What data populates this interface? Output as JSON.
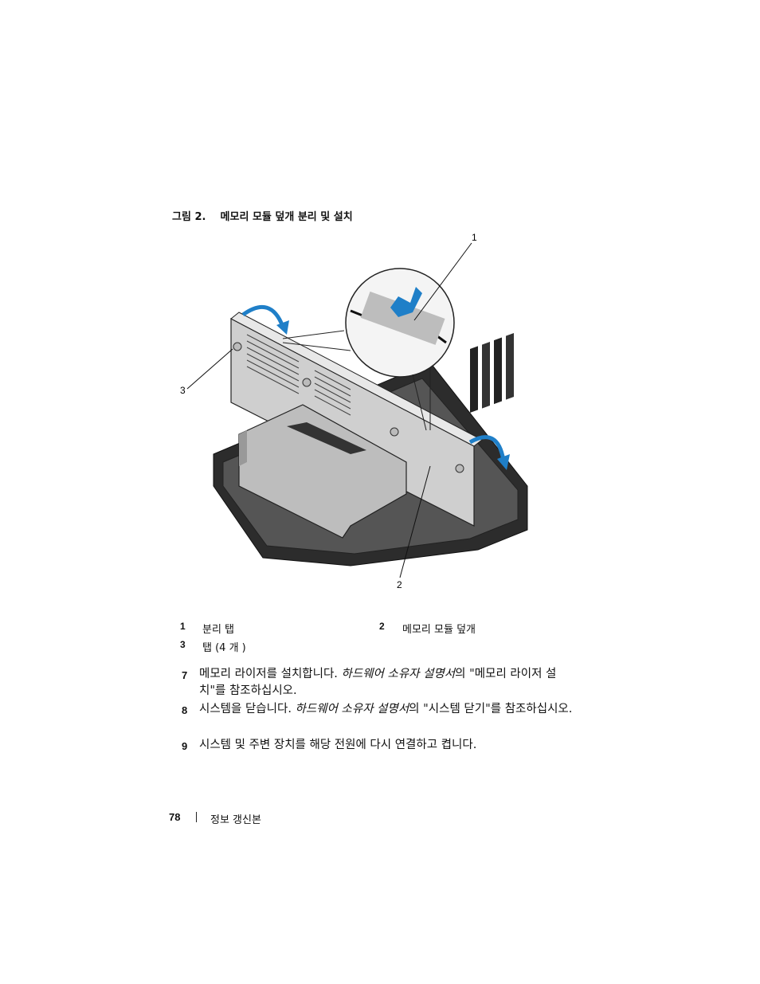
{
  "figure": {
    "caption": "그림 2.    메모리 모듈 덮개 분리 및 설치",
    "callouts": [
      "1",
      "2",
      "3"
    ]
  },
  "legend": [
    {
      "num": "1",
      "text": "분리 탭"
    },
    {
      "num": "2",
      "text": "메모리 모듈 덮개"
    },
    {
      "num": "3",
      "text": "탭 (4 개 )"
    }
  ],
  "steps": [
    {
      "num": "7",
      "pre": "메모리 라이저를 설치합니다. ",
      "italic": "하드웨어 소유자 설명서",
      "post": "의 \"메모리 라이저 설치\"를 참조하십시오."
    },
    {
      "num": "8",
      "pre": "시스템을 닫습니다. ",
      "italic": "하드웨어 소유자 설명서",
      "post": "의 \"시스템 닫기\"를 참조하십시오."
    },
    {
      "num": "9",
      "pre": "시스템 및 주변 장치를 해당 전원에 다시 연결하고 켭니다.",
      "italic": "",
      "post": ""
    }
  ],
  "footer": {
    "page_number": "78",
    "section": "정보 갱신본"
  },
  "colors": {
    "arrow_blue": "#1f7fc8",
    "metal_light": "#d8d8d8",
    "metal_dark": "#3a3a3a"
  }
}
